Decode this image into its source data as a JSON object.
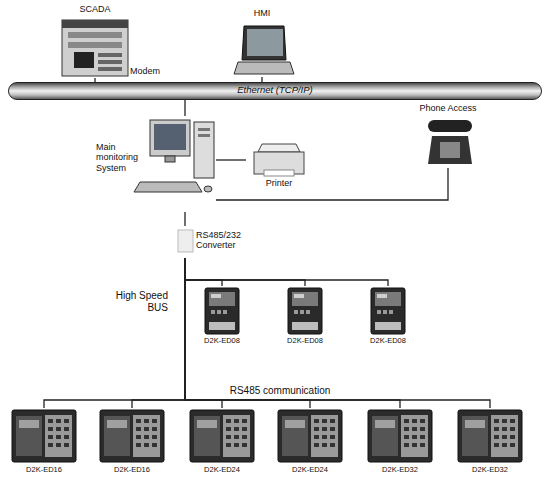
{
  "diagram": {
    "nodes": [
      {
        "text": [
          "SCADA",
          "Modem"
        ]
      },
      {
        "text": [
          "HMI"
        ]
      },
      {
        "text": [
          "Ethernet (TCP/IP)"
        ]
      },
      {
        "text": [
          "Main monitoring System"
        ]
      },
      {
        "text": [
          "Printer"
        ]
      },
      {
        "text": [
          "Phone Access"
        ]
      },
      {
        "text": [
          "RS485/232 Converter"
        ]
      },
      {
        "text": [
          "D2K-ED08"
        ]
      },
      {
        "text": [
          "D2K-ED08"
        ]
      },
      {
        "text": [
          "D2K-ED08"
        ]
      },
      {
        "text": [
          "D2K-ED16"
        ]
      },
      {
        "text": [
          "D2K-ED16"
        ]
      },
      {
        "text": [
          "D2K-ED24"
        ]
      },
      {
        "text": [
          "D2K-ED24"
        ]
      },
      {
        "text": [
          "D2K-ED32"
        ]
      },
      {
        "text": [
          "D2K-ED32"
        ]
      }
    ],
    "edges": [
      {
        "from": 0,
        "to": 2,
        "arrow": "none"
      },
      {
        "from": 1,
        "to": 2,
        "arrow": "none"
      },
      {
        "from": 2,
        "to": 3,
        "arrow": "none"
      },
      {
        "from": 3,
        "to": 4,
        "arrow": "none"
      },
      {
        "from": 3,
        "to": 5,
        "arrow": "none"
      },
      {
        "from": 3,
        "to": 6,
        "arrow": "none"
      },
      {
        "from": 6,
        "to": 7,
        "arrow": "none"
      },
      {
        "from": 6,
        "to": 8,
        "arrow": "none"
      },
      {
        "from": 6,
        "to": 9,
        "arrow": "none"
      },
      {
        "from": 6,
        "to": 10,
        "arrow": "none"
      },
      {
        "from": 6,
        "to": 11,
        "arrow": "none"
      },
      {
        "from": 6,
        "to": 12,
        "arrow": "none"
      },
      {
        "from": 6,
        "to": 13,
        "arrow": "none"
      },
      {
        "from": 6,
        "to": 14,
        "arrow": "none"
      },
      {
        "from": 6,
        "to": 15,
        "arrow": "none"
      }
    ],
    "labels": [
      "High Speed BUS",
      "RS485 communication"
    ]
  }
}
